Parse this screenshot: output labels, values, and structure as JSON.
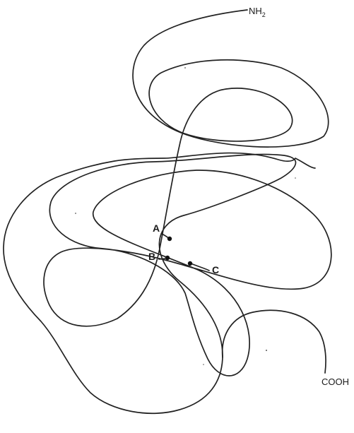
{
  "terminals": {
    "n_terminus": {
      "base": "NH",
      "subscript": "2"
    },
    "c_terminus": {
      "label": "COOH"
    }
  },
  "sites": [
    {
      "id": "A",
      "label": "A"
    },
    {
      "id": "B",
      "label": "B"
    },
    {
      "id": "C",
      "label": "C"
    }
  ],
  "colors": {
    "stroke": "#222222",
    "background": "#ffffff"
  }
}
